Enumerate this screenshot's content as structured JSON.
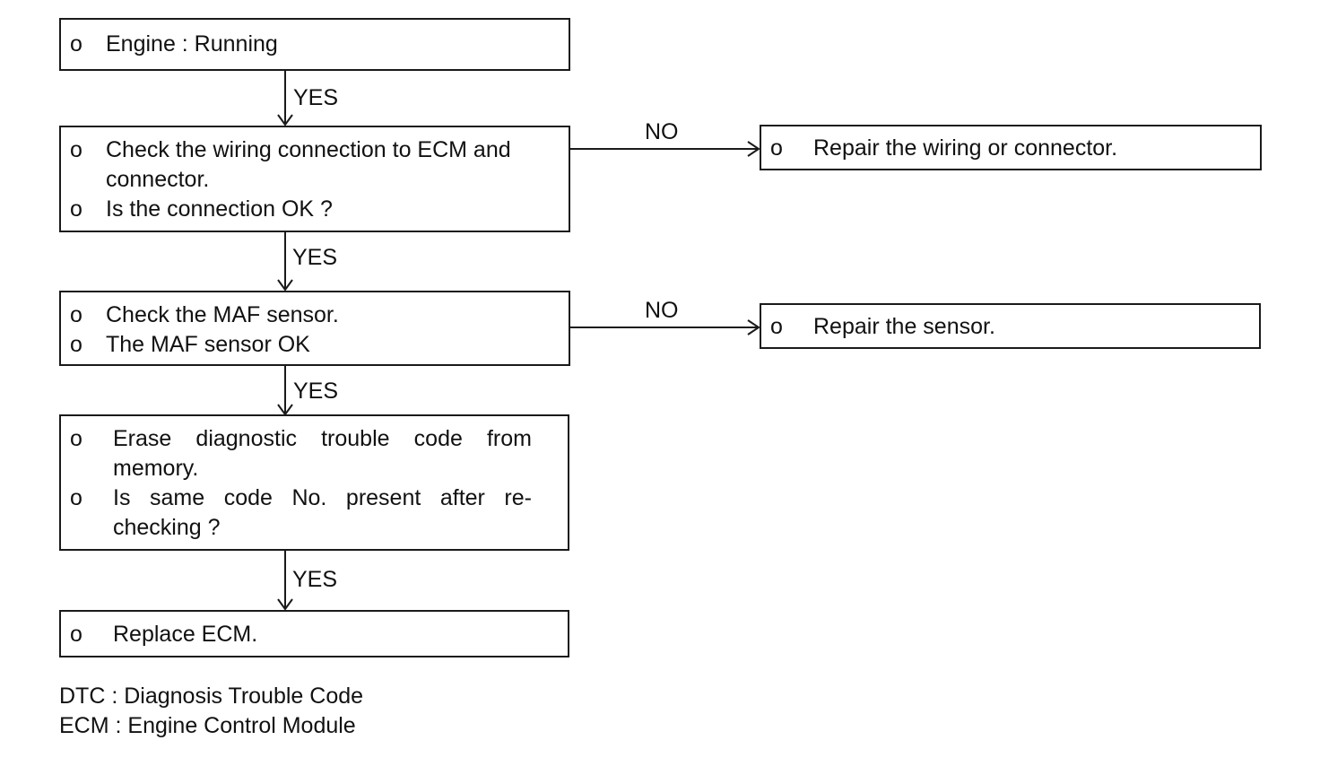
{
  "bullet": "o",
  "steps": [
    {
      "id": "engine-running",
      "lines": [
        "Engine : Running"
      ]
    },
    {
      "id": "check-wiring",
      "lines": [
        "Check the wiring connection to ECM and connector.",
        "Is the connection OK ?"
      ]
    },
    {
      "id": "check-maf",
      "lines": [
        "Check the MAF sensor.",
        "The MAF sensor OK"
      ]
    },
    {
      "id": "erase-dtc",
      "lines": [
        "Erase diagnostic trouble code from memory.",
        "Is same code No. present after re-checking ?"
      ]
    },
    {
      "id": "replace-ecm",
      "lines": [
        "Replace ECM."
      ]
    }
  ],
  "outcomes": [
    {
      "id": "repair-wiring",
      "lines": [
        "Repair the wiring or connector."
      ]
    },
    {
      "id": "repair-sensor",
      "lines": [
        "Repair the sensor."
      ]
    }
  ],
  "edges": [
    {
      "from": "engine-running",
      "to": "check-wiring",
      "label": "YES"
    },
    {
      "from": "check-wiring",
      "to": "repair-wiring",
      "label": "NO"
    },
    {
      "from": "check-wiring",
      "to": "check-maf",
      "label": "YES"
    },
    {
      "from": "check-maf",
      "to": "repair-sensor",
      "label": "NO"
    },
    {
      "from": "check-maf",
      "to": "erase-dtc",
      "label": "YES"
    },
    {
      "from": "erase-dtc",
      "to": "replace-ecm",
      "label": "YES"
    }
  ],
  "legend": [
    "DTC : Diagnosis Trouble Code",
    "ECM : Engine Control Module"
  ]
}
